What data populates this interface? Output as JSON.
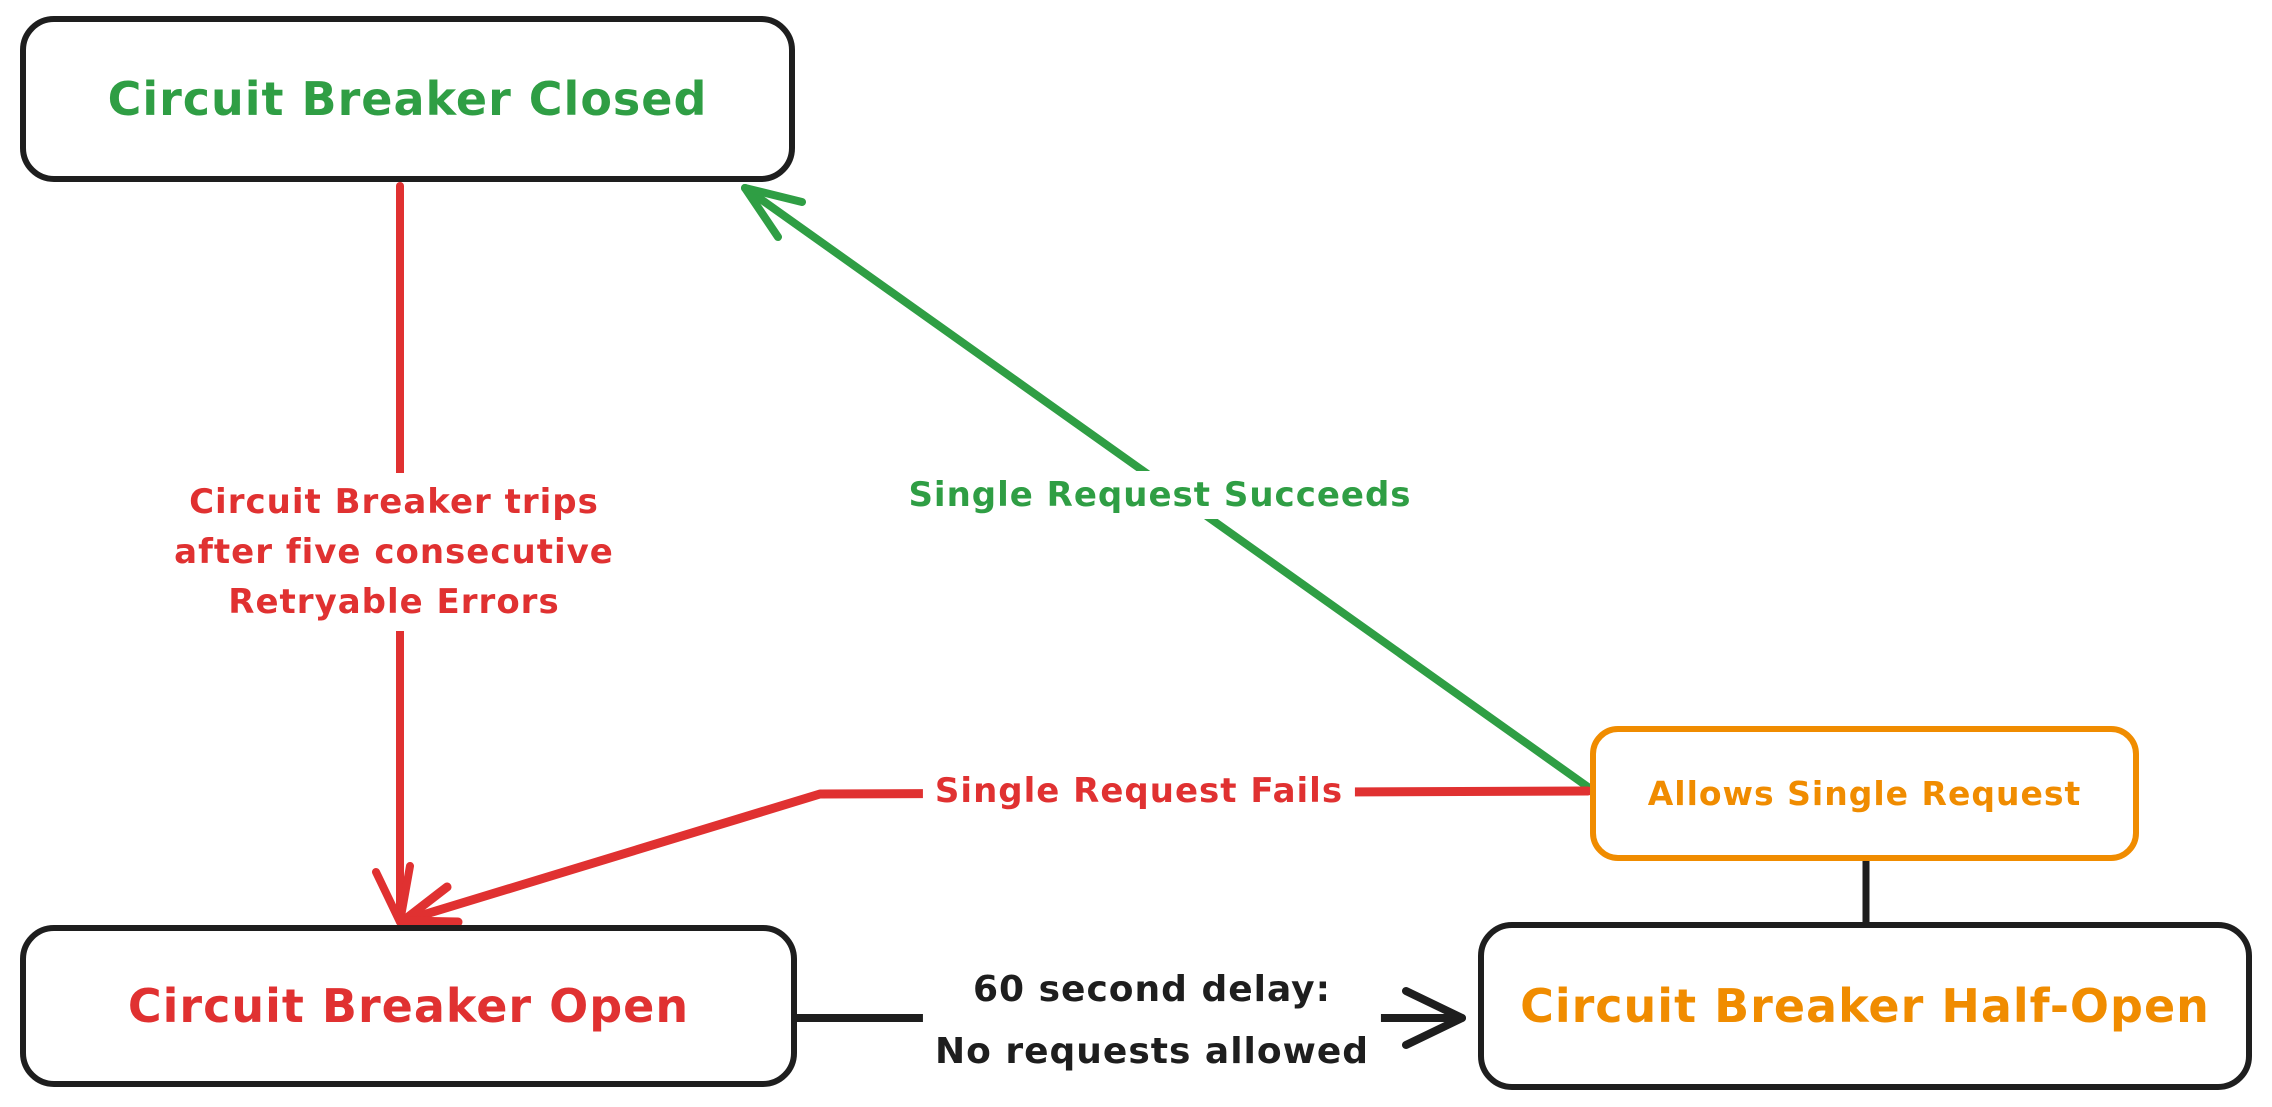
{
  "diagram_type": "state-diagram",
  "colors": {
    "green": "#2f9e44",
    "red": "#e03131",
    "orange": "#f08c00",
    "black": "#1e1e1e",
    "background": "#ffffff"
  },
  "nodes": {
    "closed": {
      "label": "Circuit Breaker Closed",
      "text_color": "#2f9e44",
      "border_color": "#1e1e1e"
    },
    "open": {
      "label": "Circuit Breaker Open",
      "text_color": "#e03131",
      "border_color": "#1e1e1e"
    },
    "half_open": {
      "label": "Circuit Breaker Half-Open",
      "text_color": "#f08c00",
      "border_color": "#1e1e1e"
    },
    "allows_single_request": {
      "label": "Allows Single Request",
      "text_color": "#f08c00",
      "border_color": "#f08c00"
    }
  },
  "edges": {
    "trip": {
      "from": "closed",
      "to": "open",
      "color": "#e03131",
      "lines": [
        "Circuit Breaker trips",
        "after five consecutive",
        "Retryable Errors"
      ]
    },
    "succeeds": {
      "from": "allows_single_request",
      "to": "closed",
      "color": "#2f9e44",
      "label": "Single Request Succeeds"
    },
    "fails": {
      "from": "allows_single_request",
      "to": "open",
      "color": "#e03131",
      "label": "Single Request Fails"
    },
    "delay": {
      "from": "open",
      "to": "half_open",
      "color": "#1e1e1e",
      "lines": [
        "60 second delay:",
        "No requests allowed"
      ]
    },
    "half_open_allows_connector": {
      "from": "half_open",
      "to": "allows_single_request",
      "color": "#1e1e1e",
      "label": ""
    }
  }
}
